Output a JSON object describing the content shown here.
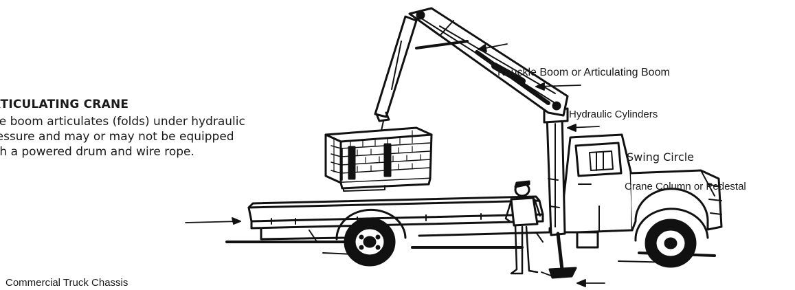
{
  "heading": "RTICULATING CRANE",
  "description": [
    "he boom articulates (folds) under hydraulic",
    "ressure and may or may not be equipped",
    "ith a powered drum and wire rope."
  ],
  "labels": {
    "boom": "Knuckle Boom or Articulating Boom",
    "cylinders": "Hydraulic Cylinders",
    "swing": "Swing Circle",
    "column": "Crane Column or Pedestal",
    "chassis": "Commercial Truck Chassis"
  }
}
